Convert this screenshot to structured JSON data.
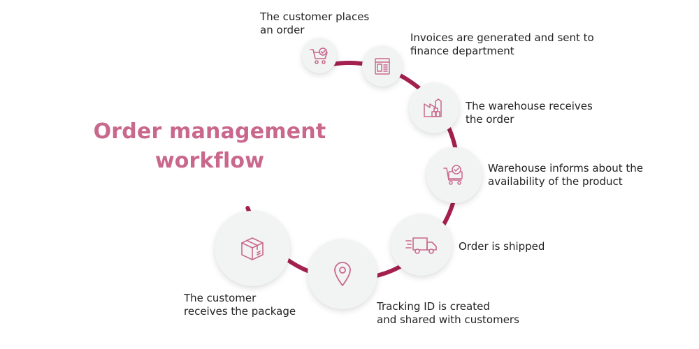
{
  "title": {
    "line1": "Order management",
    "line2": "workflow"
  },
  "colors": {
    "title": "#c9688c",
    "ring": "#a3204f",
    "icon": "#c9688c",
    "node_fill": "#f2f4f4",
    "text": "#222222"
  },
  "steps": [
    {
      "icon": "cart-check-icon",
      "lines": [
        "The customer places",
        "an order"
      ]
    },
    {
      "icon": "invoice-icon",
      "lines": [
        "Invoices are generated and sent to",
        "finance department"
      ]
    },
    {
      "icon": "factory-icon",
      "lines": [
        "The warehouse receives",
        "the order"
      ]
    },
    {
      "icon": "trolley-check-icon",
      "lines": [
        "Warehouse informs about the",
        "availability of the product"
      ]
    },
    {
      "icon": "truck-icon",
      "lines": [
        "Order is shipped"
      ]
    },
    {
      "icon": "location-pin-icon",
      "lines": [
        "Tracking ID is created",
        "and shared with customers"
      ]
    },
    {
      "icon": "package-icon",
      "lines": [
        "The customer",
        "receives the package"
      ]
    }
  ]
}
